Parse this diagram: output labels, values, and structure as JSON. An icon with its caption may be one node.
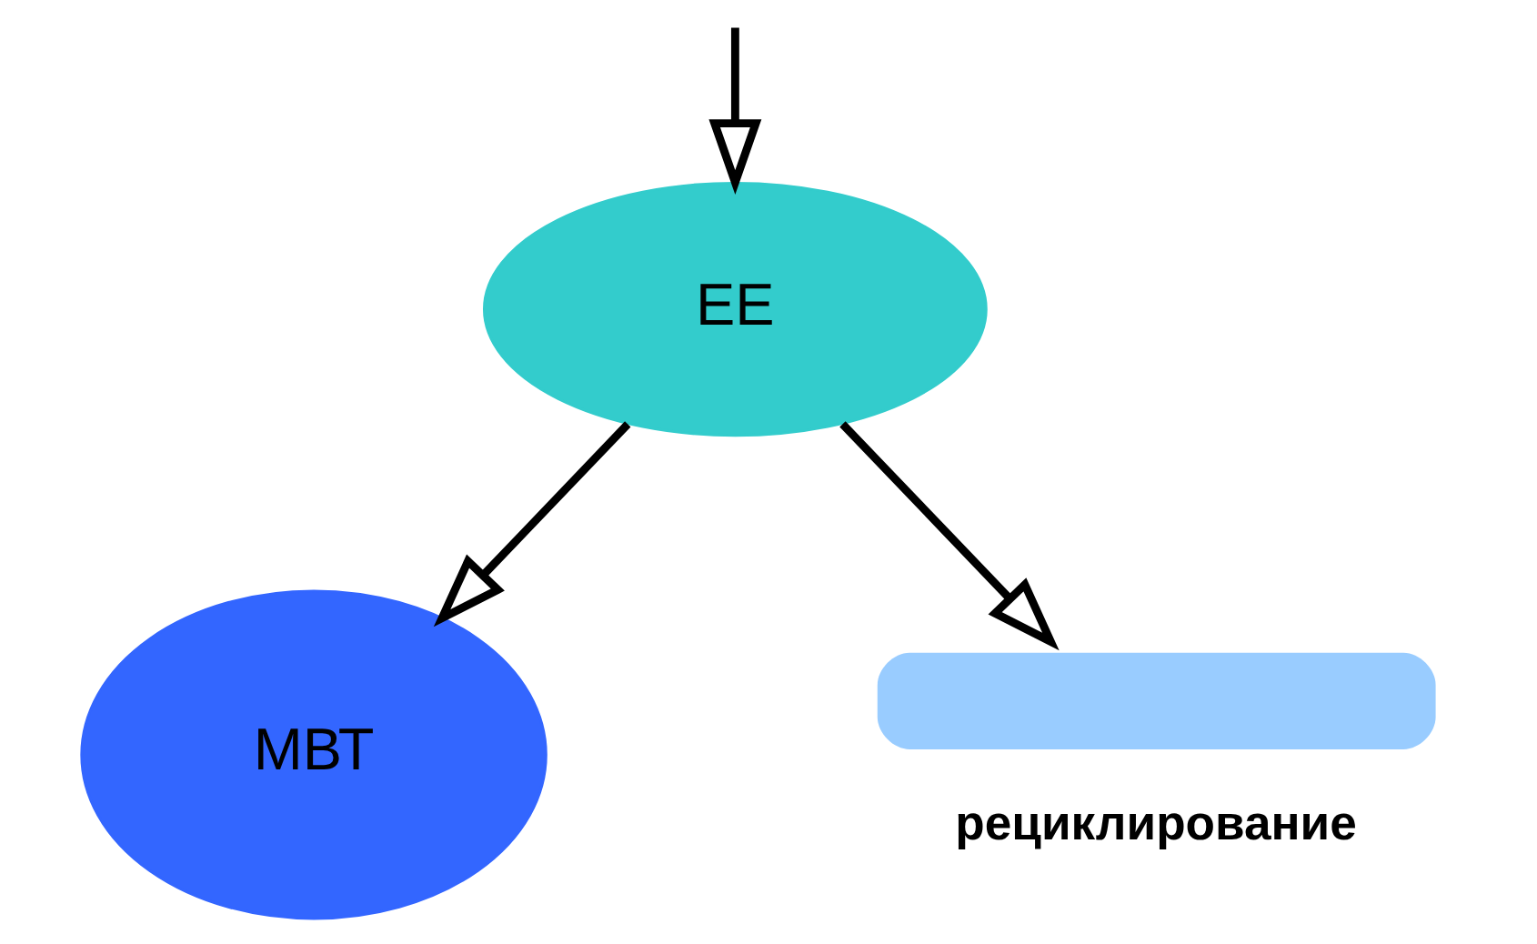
{
  "diagram": {
    "nodes": [
      {
        "text": [
          "EE"
        ]
      },
      {
        "text": [
          "МВТ"
        ]
      },
      {
        "text": [],
        "shape": "bar",
        "beside": [
          "рециклирование"
        ]
      }
    ],
    "edges": [
      {
        "from": null,
        "to": 0,
        "arrow": "to"
      },
      {
        "from": 0,
        "to": 1,
        "arrow": "to"
      },
      {
        "from": 0,
        "to": 2,
        "arrow": "to"
      }
    ]
  }
}
